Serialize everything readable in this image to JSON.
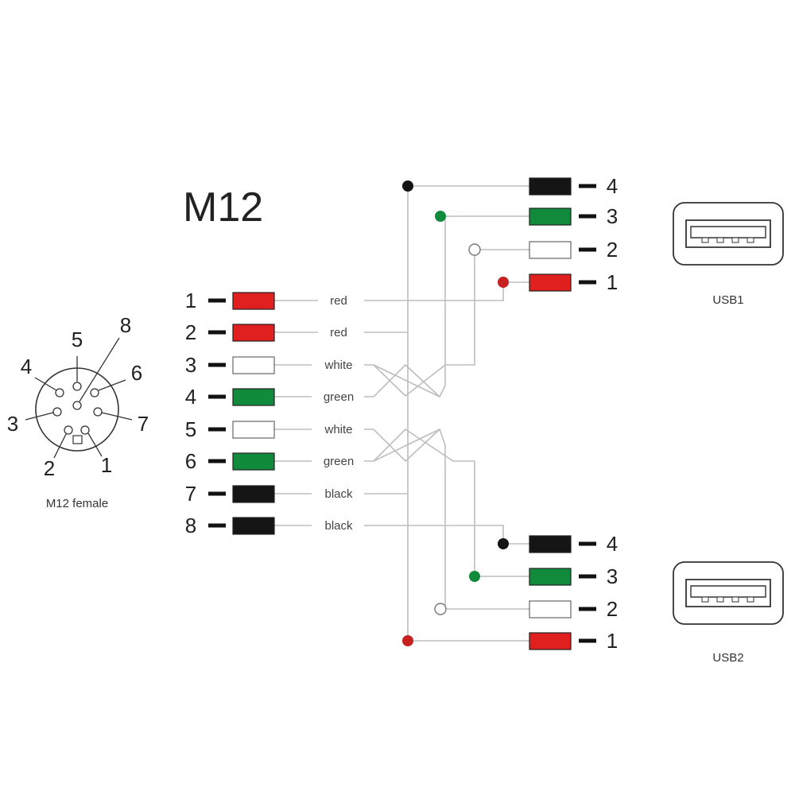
{
  "title": "M12",
  "connector_caption": "M12 female",
  "connector_pins": [
    "1",
    "2",
    "3",
    "4",
    "5",
    "6",
    "7",
    "8"
  ],
  "colors": {
    "red": "#e01f1f",
    "green": "#128a3c",
    "white": "#ffffff",
    "black": "#151515",
    "wire": "#bdbdbd"
  },
  "m12_pins": [
    {
      "num": "1",
      "color": "red",
      "label": "red"
    },
    {
      "num": "2",
      "color": "red",
      "label": "red"
    },
    {
      "num": "3",
      "color": "white",
      "label": "white"
    },
    {
      "num": "4",
      "color": "green",
      "label": "green"
    },
    {
      "num": "5",
      "color": "white",
      "label": "white"
    },
    {
      "num": "6",
      "color": "green",
      "label": "green"
    },
    {
      "num": "7",
      "color": "black",
      "label": "black"
    },
    {
      "num": "8",
      "color": "black",
      "label": "black"
    }
  ],
  "usb1": {
    "label": "USB1",
    "pins": [
      {
        "num": "4",
        "color": "black"
      },
      {
        "num": "3",
        "color": "green"
      },
      {
        "num": "2",
        "color": "white"
      },
      {
        "num": "1",
        "color": "red"
      }
    ]
  },
  "usb2": {
    "label": "USB2",
    "pins": [
      {
        "num": "4",
        "color": "black"
      },
      {
        "num": "3",
        "color": "green"
      },
      {
        "num": "2",
        "color": "white"
      },
      {
        "num": "1",
        "color": "red"
      }
    ]
  }
}
